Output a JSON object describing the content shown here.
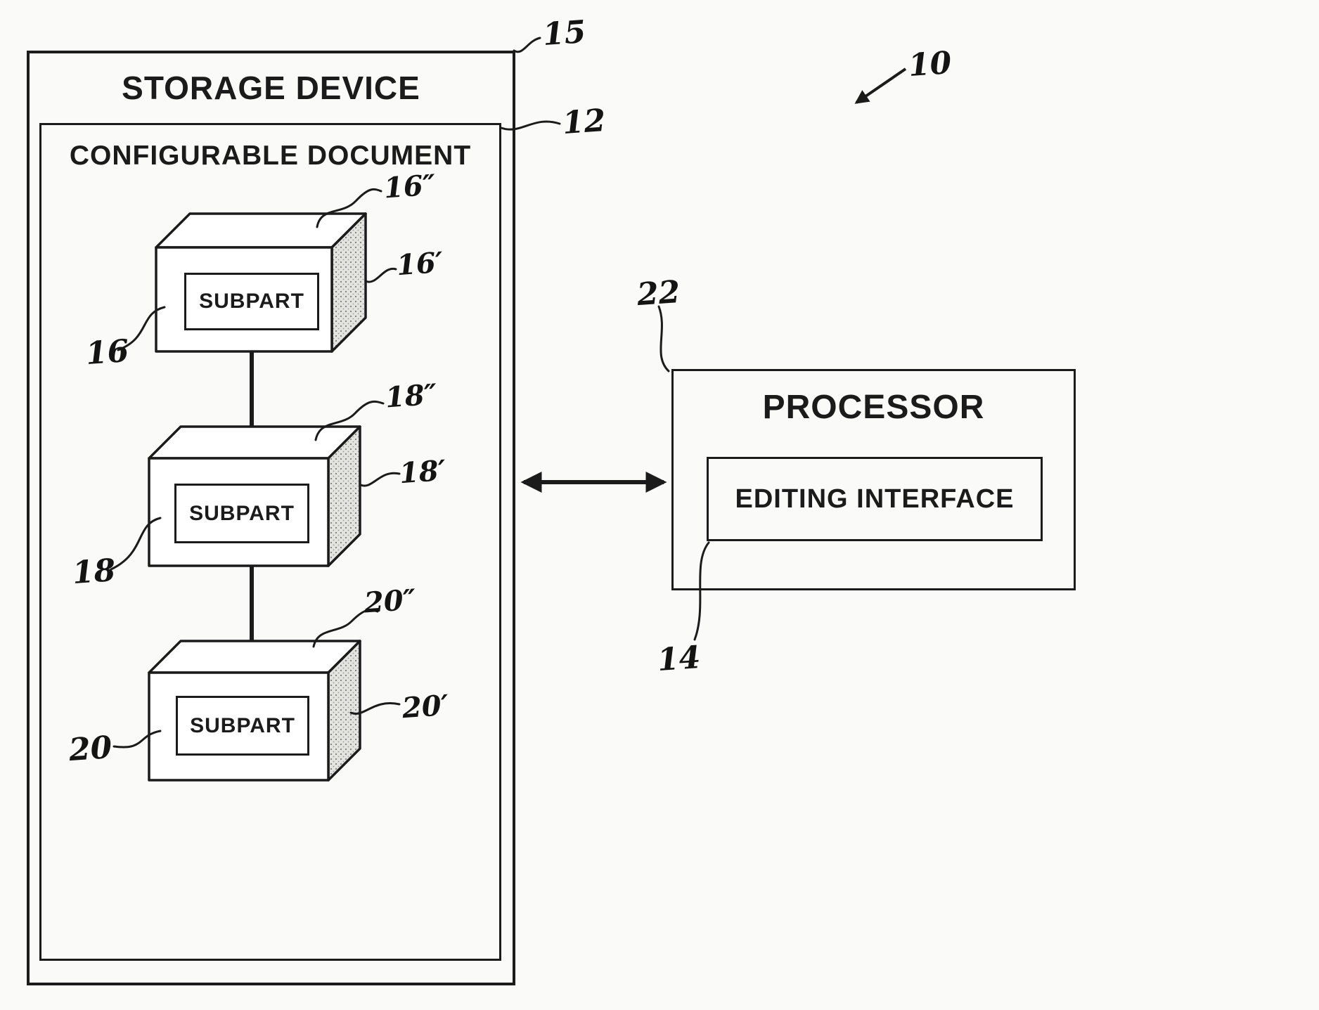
{
  "colors": {
    "ink": "#1b1b1b",
    "paper": "#fafaf8",
    "stipple": "#8a8a8a"
  },
  "figure": {
    "system_ref": "10"
  },
  "storage_device": {
    "title": "STORAGE DEVICE",
    "ref": "15"
  },
  "configurable_document": {
    "title": "CONFIGURABLE DOCUMENT",
    "ref": "12"
  },
  "subparts": [
    {
      "label": "SUBPART",
      "ref": "16",
      "ref_prime": "16′",
      "ref_double_prime": "16″"
    },
    {
      "label": "SUBPART",
      "ref": "18",
      "ref_prime": "18′",
      "ref_double_prime": "18″"
    },
    {
      "label": "SUBPART",
      "ref": "20",
      "ref_prime": "20′",
      "ref_double_prime": "20″"
    }
  ],
  "processor": {
    "title": "PROCESSOR",
    "ref": "22"
  },
  "editing_interface": {
    "label": "EDITING INTERFACE",
    "ref": "14"
  }
}
